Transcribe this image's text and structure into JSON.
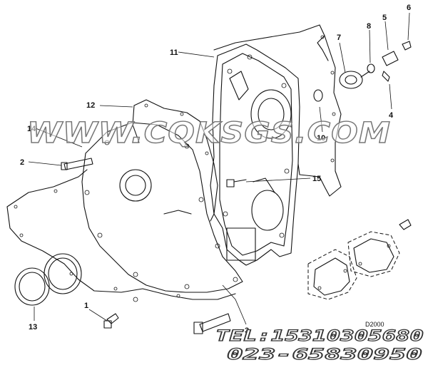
{
  "diagram": {
    "callouts": [
      "1",
      "2",
      "3",
      "4",
      "5",
      "6",
      "7",
      "8",
      "10",
      "11",
      "12",
      "13",
      "14",
      "15"
    ],
    "watermark": "WWW.CQKSGS.COM",
    "contact": {
      "tel": "TEL:15310305680",
      "phone": "023-65830950"
    },
    "sheet_code": "D2000"
  }
}
